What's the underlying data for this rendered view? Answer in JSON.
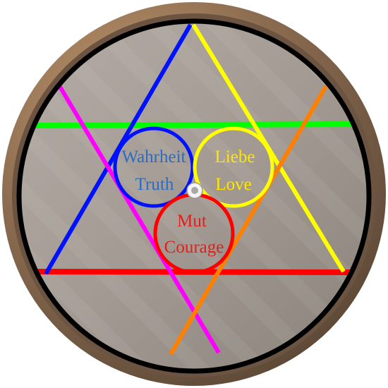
{
  "colors": {
    "rim_outer": "#7a6048",
    "rim_light": "#b4906a",
    "face": "#a9a19a",
    "face_dark": "#8e877f",
    "border": "#000000",
    "blue": "#0011ff",
    "yellow": "#ffff00",
    "green": "#00ff00",
    "red": "#ff0000",
    "magenta": "#ff00ff",
    "orange": "#ff8000",
    "text_blue": "#2b6cc4",
    "text_yellow": "#ffe600",
    "text_red": "#e0201c"
  },
  "circles": {
    "truth": {
      "line1": "Wahrheit",
      "line2": "Truth"
    },
    "love": {
      "line1": "Liebe",
      "line2": "Love"
    },
    "courage": {
      "line1": "Mut",
      "line2": "Courage"
    }
  }
}
